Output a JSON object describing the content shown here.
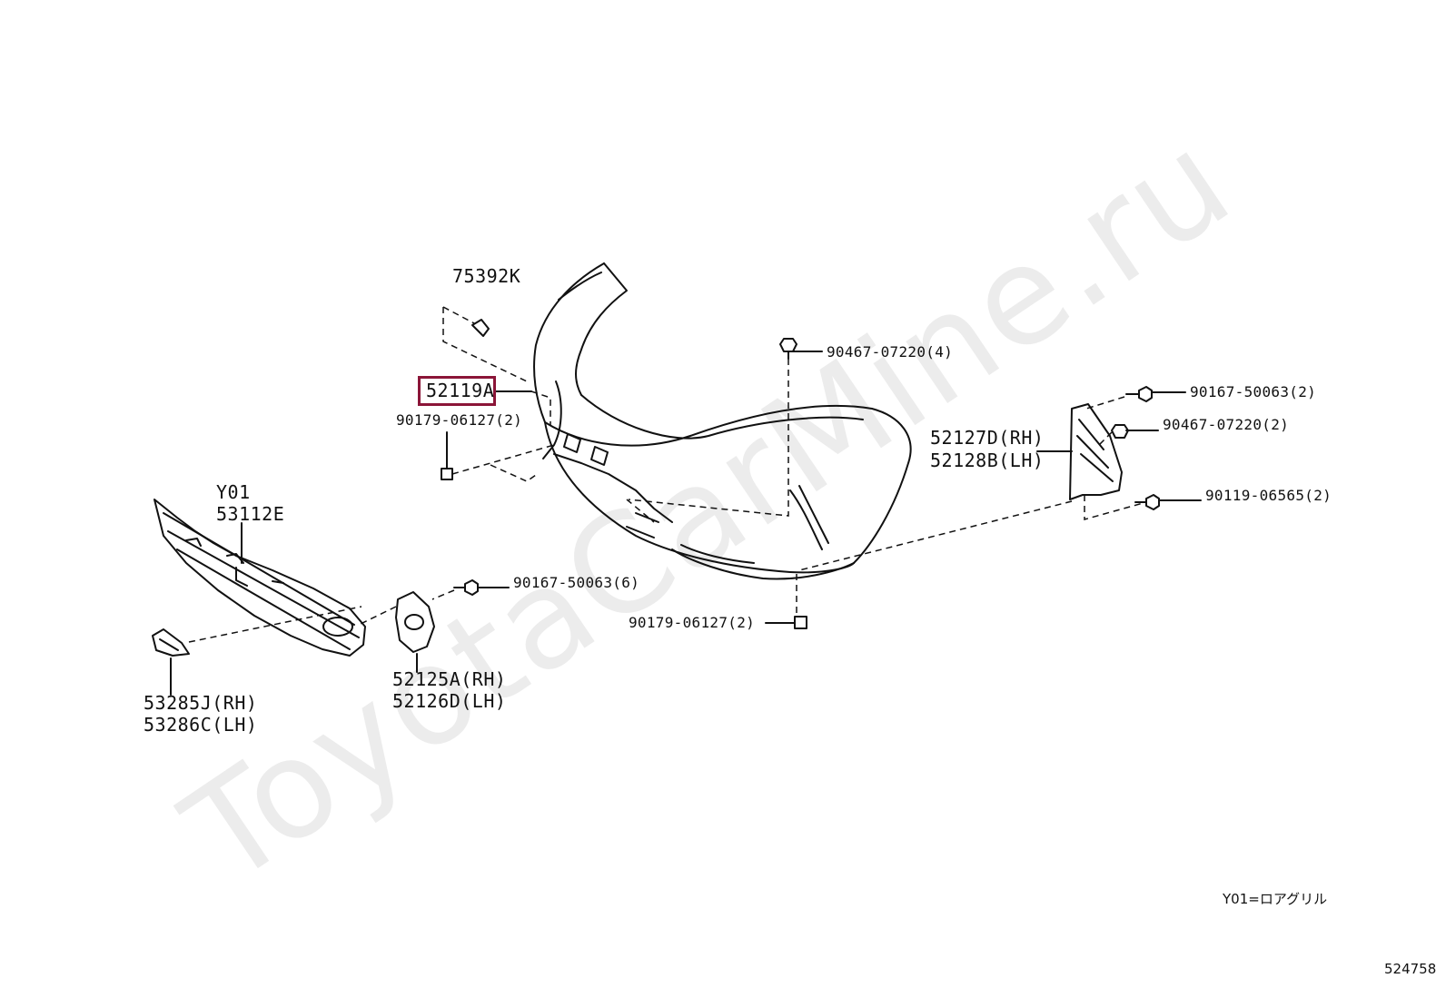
{
  "watermark": "ToyotaCarMine.ru",
  "highlight_color": "#8b1538",
  "parts": {
    "p75392k": "75392K",
    "p52119a": "52119A",
    "p90179_left": "90179-06127(2)",
    "p90467_top": "90467-07220(4)",
    "p90167_right": "90167-50063(2)",
    "p90467_right": "90467-07220(2)",
    "p52127d": "52127D(RH)",
    "p52128b": "52128B(LH)",
    "p90119": "90119-06565(2)",
    "y01": "Y01",
    "p53112e": "53112E",
    "p90167_mid": "90167-50063(6)",
    "p90179_bottom": "90179-06127(2)",
    "p52125a": "52125A(RH)",
    "p52126d": "52126D(LH)",
    "p53285j": "53285J(RH)",
    "p53286c": "53286C(LH)"
  },
  "legend_note": "Y01=ロアグリル",
  "diagram_number": "524758"
}
